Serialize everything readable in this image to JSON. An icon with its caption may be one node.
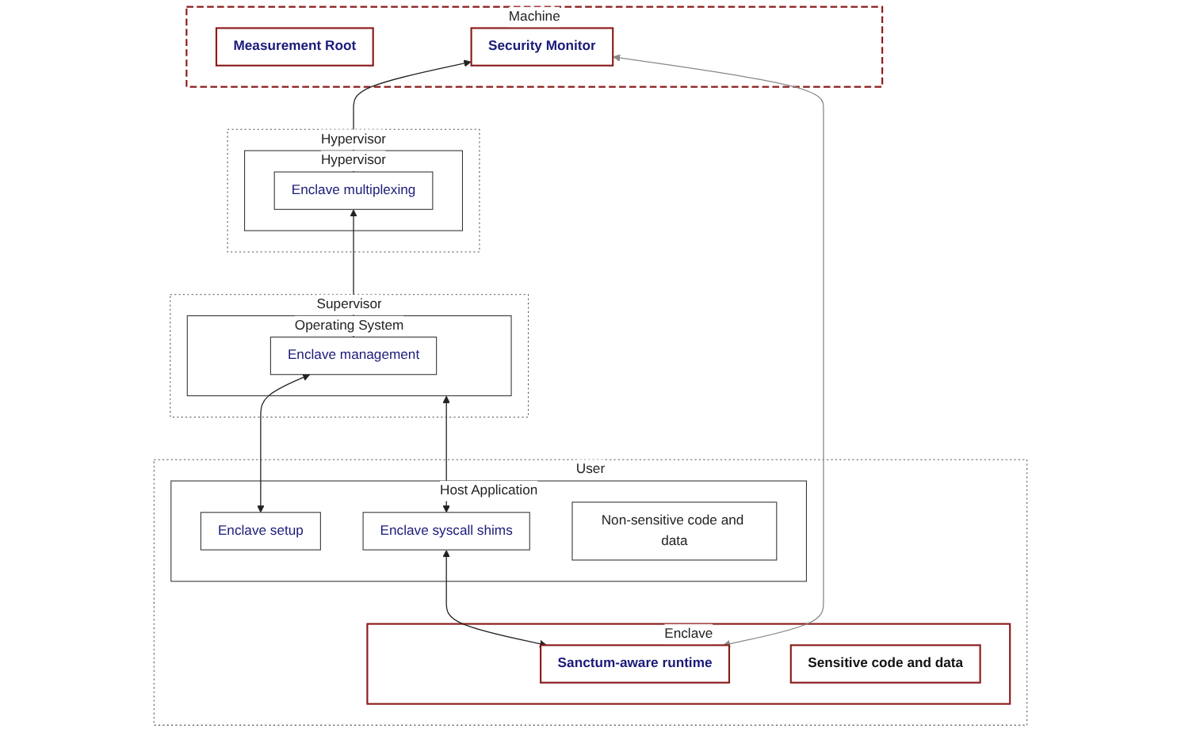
{
  "diagram": {
    "nodes": [
      {
        "text": [
          "Machine"
        ]
      },
      {
        "text": [
          "Measurement Root"
        ],
        "in": 0
      },
      {
        "text": [
          "Security Monitor"
        ],
        "in": 0
      },
      {
        "text": [
          "Hypervisor"
        ]
      },
      {
        "text": [
          "Hypervisor"
        ],
        "in": 3
      },
      {
        "text": [
          "Enclave multiplexing"
        ],
        "in": 4
      },
      {
        "text": [
          "Supervisor"
        ]
      },
      {
        "text": [
          "Operating System"
        ],
        "in": 6
      },
      {
        "text": [
          "Enclave management"
        ],
        "in": 7
      },
      {
        "text": [
          "User"
        ]
      },
      {
        "text": [
          "Host Application"
        ],
        "in": 9
      },
      {
        "text": [
          "Enclave setup"
        ],
        "in": 10
      },
      {
        "text": [
          "Enclave syscall shims"
        ],
        "in": 10
      },
      {
        "text": [
          "Non-sensitive code and data"
        ],
        "in": 10
      },
      {
        "text": [
          "Enclave"
        ],
        "in": 9
      },
      {
        "text": [
          "Sanctum-aware runtime"
        ],
        "in": 14
      },
      {
        "text": [
          "Sensitive code and data"
        ],
        "in": 14
      }
    ],
    "edges": [
      {
        "from": 2,
        "to": 5,
        "arrow": "both"
      },
      {
        "from": 5,
        "to": 8,
        "arrow": "both"
      },
      {
        "from": 8,
        "to": 11,
        "arrow": "both"
      },
      {
        "from": 7,
        "to": 12,
        "arrow": "both"
      },
      {
        "from": 12,
        "to": 15,
        "arrow": "both"
      },
      {
        "from": 2,
        "to": 15,
        "arrow": "both",
        "color": "#888888"
      }
    ]
  }
}
